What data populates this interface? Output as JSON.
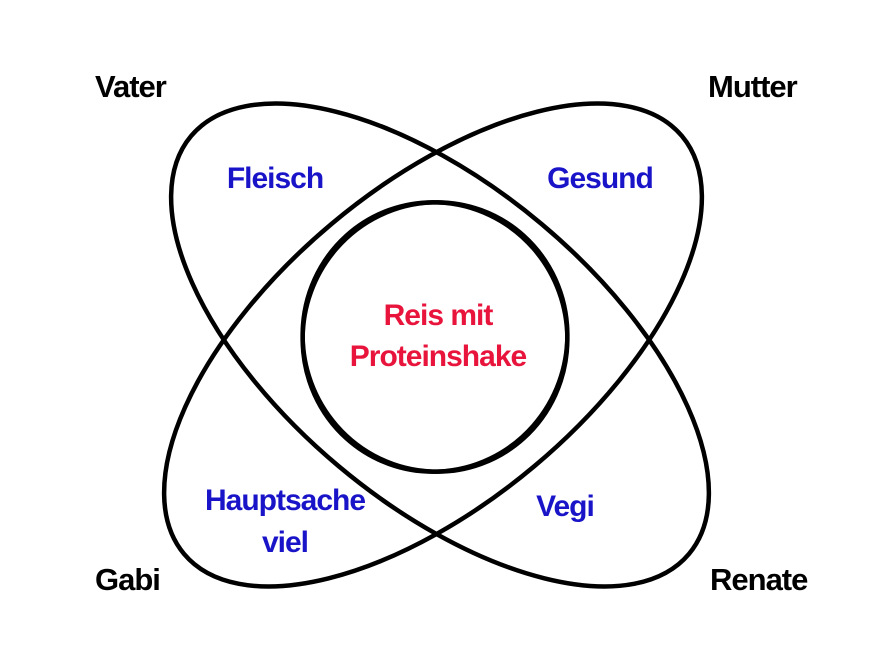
{
  "colors": {
    "outline": "#000000",
    "person_text": "#000000",
    "region_text": "#1a14c8",
    "center_text": "#e8143c",
    "background": "#ffffff"
  },
  "people": {
    "top_left": "Vater",
    "top_right": "Mutter",
    "bottom_left": "Gabi",
    "bottom_right": "Renate"
  },
  "regions": {
    "top_left": [
      "Fleisch"
    ],
    "top_right": [
      "Gesund"
    ],
    "bottom_left": [
      "Hauptsache",
      "viel"
    ],
    "bottom_right": [
      "Vegi"
    ]
  },
  "center": [
    "Reis mit",
    "Proteinshake"
  ]
}
